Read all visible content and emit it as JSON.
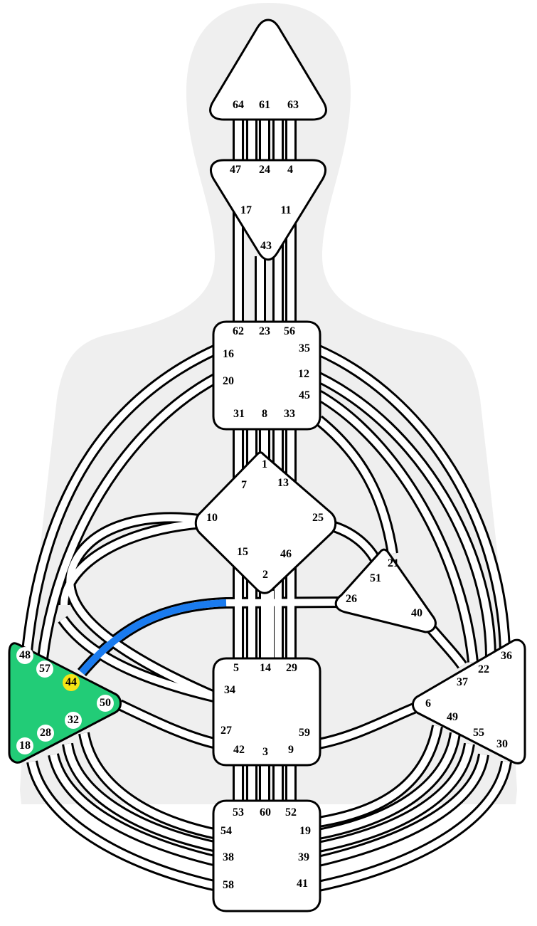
{
  "colors": {
    "background": "#ffffff",
    "silhouette": "#efefef",
    "center_fill": "#ffffff",
    "defined_center": "#22cc77",
    "outline": "#000000",
    "active_channel": "#1a7bef",
    "highlight_gate": "#f5e416"
  },
  "centers": [
    {
      "id": "head",
      "gates": [
        "64",
        "61",
        "63"
      ],
      "defined": false
    },
    {
      "id": "ajna",
      "gates": [
        "47",
        "24",
        "4",
        "17",
        "11",
        "43"
      ],
      "defined": false
    },
    {
      "id": "throat",
      "gates": [
        "62",
        "23",
        "56",
        "16",
        "35",
        "20",
        "12",
        "45",
        "31",
        "8",
        "33"
      ],
      "defined": false
    },
    {
      "id": "g-center",
      "gates": [
        "1",
        "7",
        "13",
        "10",
        "25",
        "15",
        "46",
        "2"
      ],
      "defined": false
    },
    {
      "id": "ego",
      "gates": [
        "21",
        "51",
        "26",
        "40"
      ],
      "defined": false
    },
    {
      "id": "sacral",
      "gates": [
        "5",
        "14",
        "29",
        "34",
        "27",
        "59",
        "42",
        "3",
        "9"
      ],
      "defined": false
    },
    {
      "id": "spleen",
      "gates": [
        "48",
        "57",
        "44",
        "50",
        "32",
        "28",
        "18"
      ],
      "defined": true
    },
    {
      "id": "solar-plexus",
      "gates": [
        "36",
        "22",
        "37",
        "6",
        "49",
        "55",
        "30"
      ],
      "defined": false
    },
    {
      "id": "root",
      "gates": [
        "53",
        "60",
        "52",
        "54",
        "19",
        "38",
        "39",
        "58",
        "41"
      ],
      "defined": false
    }
  ],
  "spleen_gates_marked": [
    "48",
    "57",
    "44",
    "50",
    "32",
    "28",
    "18"
  ],
  "highlighted_gate": "44",
  "active_channel": [
    "44",
    "26"
  ]
}
